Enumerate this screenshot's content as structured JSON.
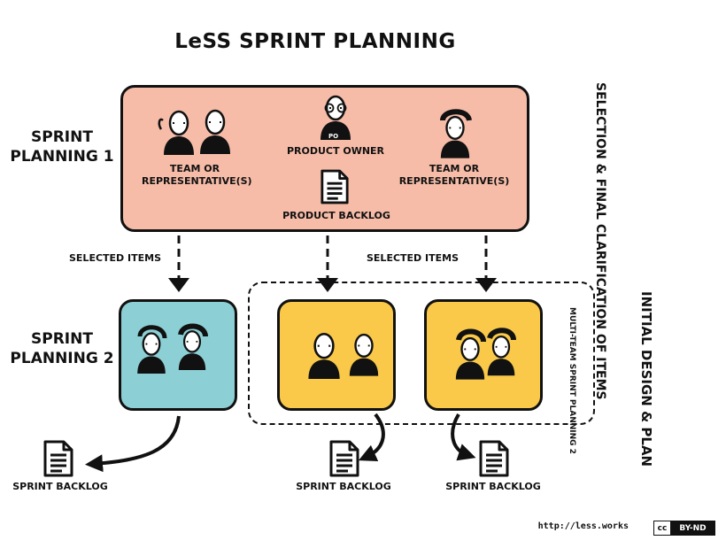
{
  "title": "LeSS SPRINT PLANNING",
  "sprint_planning_1": "SPRINT PLANNING 1",
  "sprint_planning_2": "SPRINT PLANNING 2",
  "top_box": {
    "team_left_label": "TEAM OR REPRESENTATIVE(S)",
    "product_owner_label": "PRODUCT OWNER",
    "po_badge": "PO",
    "team_right_label": "TEAM OR REPRESENTATIVE(S)",
    "product_backlog_label": "PRODUCT BACKLOG"
  },
  "selection_label": "SELECTION & FINAL CLARIFICATION OF ITEMS",
  "initial_design_label": "INITIAL DESIGN & PLAN",
  "multi_team_label": "MULTI-TEAM SPRINT PLANNING 2",
  "selected_items_left": "SELECTED ITEMS",
  "selected_items_right": "SELECTED ITEMS",
  "sprint_backlogs": [
    "SPRINT BACKLOG",
    "SPRINT BACKLOG",
    "SPRINT BACKLOG"
  ],
  "footer": {
    "url": "http://less.works",
    "license_cc": "cc",
    "license": "BY-ND"
  },
  "colors": {
    "top_box": "#f6bca8",
    "blue_box": "#8cd0d6",
    "yellow_box": "#fac94a"
  },
  "icons": [
    "person-icon",
    "product-owner-icon",
    "document-icon",
    "arrow-down-icon",
    "curved-arrow-icon",
    "creative-commons-icon"
  ]
}
